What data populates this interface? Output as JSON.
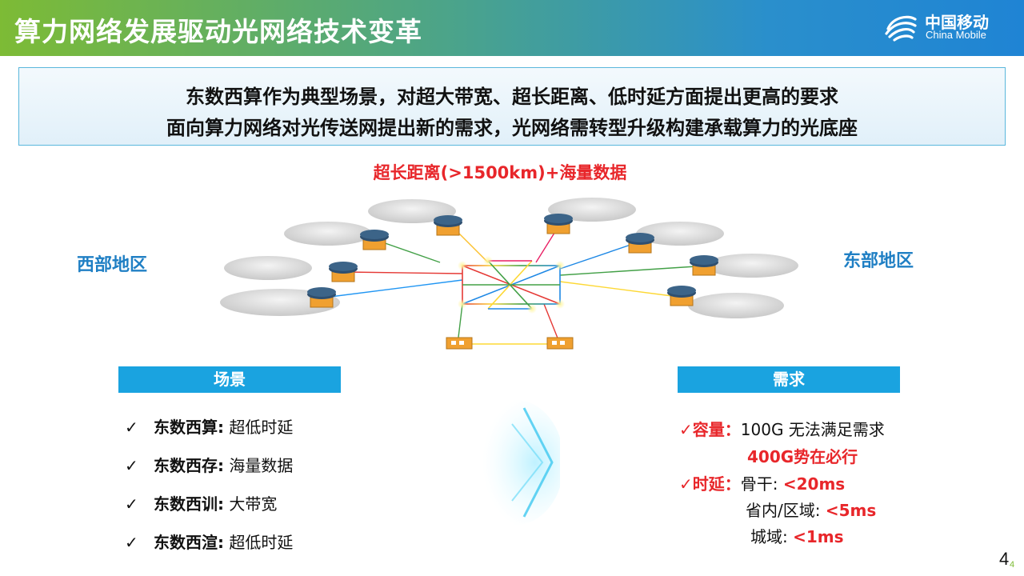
{
  "header": {
    "title": "算力网络发展驱动光网络技术变革",
    "logo_cn": "中国移动",
    "logo_en": "China Mobile"
  },
  "banner": {
    "line1": "东数西算作为典型场景，对超大带宽、超长距离、低时延方面提出更高的要求",
    "line2": "面向算力网络对光传送网提出新的需求，光网络需转型升级构建承载算力的光底座"
  },
  "diagram": {
    "headline": "超长距离(>1500km)+海量数据",
    "west_label": "西部地区",
    "east_label": "东部地区"
  },
  "scene": {
    "header": "场景",
    "items": [
      {
        "check": "✓",
        "key": "东数西算:",
        "value": " 超低时延"
      },
      {
        "check": "✓",
        "key": "东数西存:",
        "value": " 海量数据"
      },
      {
        "check": "✓",
        "key": "东数西训:",
        "value": " 大带宽"
      },
      {
        "check": "✓",
        "key": "东数西渲:",
        "value": " 超低时延"
      }
    ]
  },
  "needs": {
    "header": "需求",
    "capacity_label": "✓容量：",
    "capacity_text": "100G 无法满足需求",
    "capacity_note": "400G势在必行",
    "latency_label": "✓时延：",
    "backbone_label": "骨干: ",
    "backbone_value": "<20ms",
    "province_label": "省内/区域: ",
    "province_value": "<5ms",
    "metro_label": "城域: ",
    "metro_value": "<1ms"
  },
  "page": {
    "number": "4",
    "number_small": "4"
  },
  "colors": {
    "accent_blue": "#1aa3e0",
    "red": "#e8262a",
    "region_blue": "#1f7fc4",
    "brand_green": "#7dbb35"
  }
}
